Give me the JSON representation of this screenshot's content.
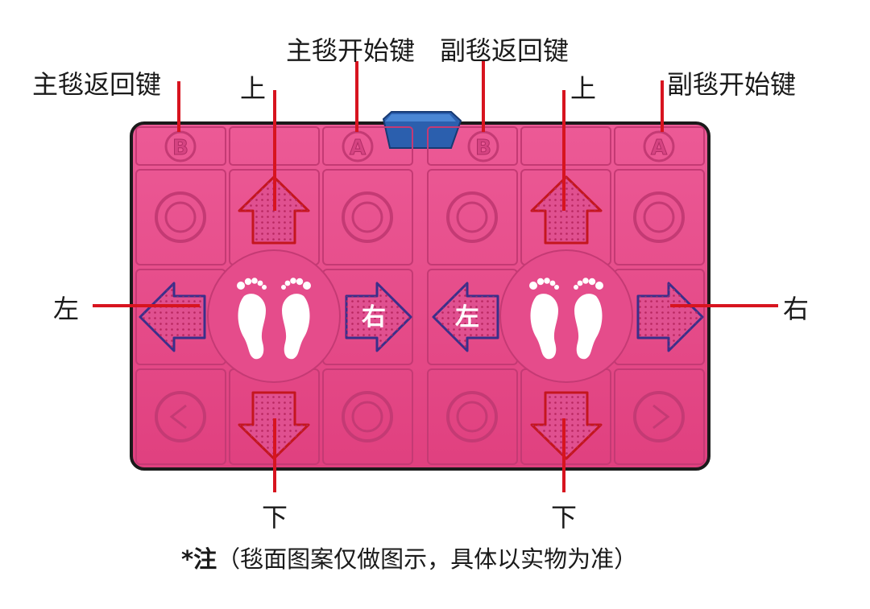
{
  "labels": {
    "main_return": "主毯返回键",
    "main_start": "主毯开始键",
    "sub_return": "副毯返回键",
    "sub_start": "副毯开始键",
    "up_left": "上",
    "up_right": "上",
    "left": "左",
    "right": "右",
    "down_left": "下",
    "down_right": "下"
  },
  "pad": {
    "letter_b": "B",
    "letter_a": "A",
    "arrow_right_text": "右",
    "arrow_left_text": "左"
  },
  "note": {
    "prefix": "*注",
    "text": "（毯面图案仅做图示，具体以实物为准）"
  },
  "colors": {
    "mat": "#e84a8a",
    "mat_dark": "#c2336e",
    "leader": "#d7141f",
    "connector": "#2b5fae",
    "arrow_outline_red": "#c4161e",
    "arrow_outline_blue": "#3a2f8a"
  }
}
